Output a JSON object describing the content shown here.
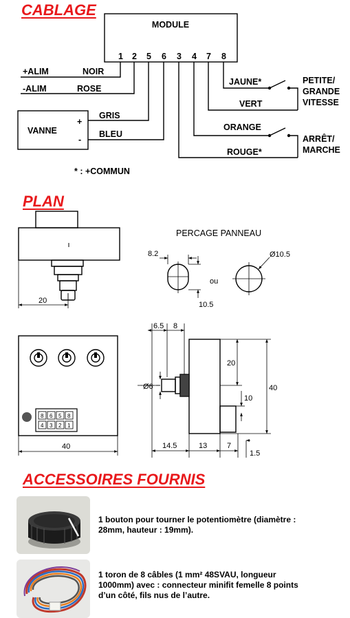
{
  "headings": {
    "cablage": "CABLAGE",
    "plan": "PLAN",
    "accessories": "ACCESSOIRES FOURNIS"
  },
  "wiring": {
    "module_label": "MODULE",
    "pins": [
      "1",
      "2",
      "5",
      "6",
      "3",
      "4",
      "7",
      "8"
    ],
    "power": {
      "plus_label": "+ALIM",
      "minus_label": "-ALIM",
      "noir": "NOIR",
      "rose": "ROSE"
    },
    "valve": {
      "label": "VANNE",
      "plus": "+",
      "minus": "-",
      "gris": "GRIS",
      "bleu": "BLEU"
    },
    "wires": {
      "jaune": "JAUNE*",
      "vert": "VERT",
      "orange": "ORANGE",
      "rouge": "ROUGE*"
    },
    "switch_speed": [
      "PETITE/",
      "GRANDE",
      "VITESSE"
    ],
    "switch_onoff": [
      "ARRÊT/",
      "MARCHE"
    ],
    "footnote": "* : +COMMUN"
  },
  "plan": {
    "panel_title": "PERCAGE PANNEAU",
    "or_label": "ou",
    "dims": {
      "top_width": "20",
      "slot_w": "8.2",
      "slot_h": "10.5",
      "hole": "Ø10.5",
      "front_width": "40",
      "shaft_dia": "Ø6",
      "d65": "6.5",
      "d8": "8",
      "d20": "20",
      "d40": "40",
      "d10": "10",
      "d145": "14.5",
      "d13": "13",
      "d7": "7",
      "d15": "1.5"
    },
    "connector_pins_top": [
      "8",
      "6",
      "5",
      "8"
    ],
    "connector_pins_bottom": [
      "4",
      "3",
      "2",
      "1"
    ]
  },
  "accessories": {
    "knob_text": "1 bouton pour tourner le potentiomètre (diamètre : 28mm, hauteur : 19mm).",
    "cable_text": "1 toron de 8 câbles (1 mm² 48SVAU, longueur 1000mm) avec : connecteur minifit femelle 8 points d’un côté, fils nus de l’autre."
  }
}
